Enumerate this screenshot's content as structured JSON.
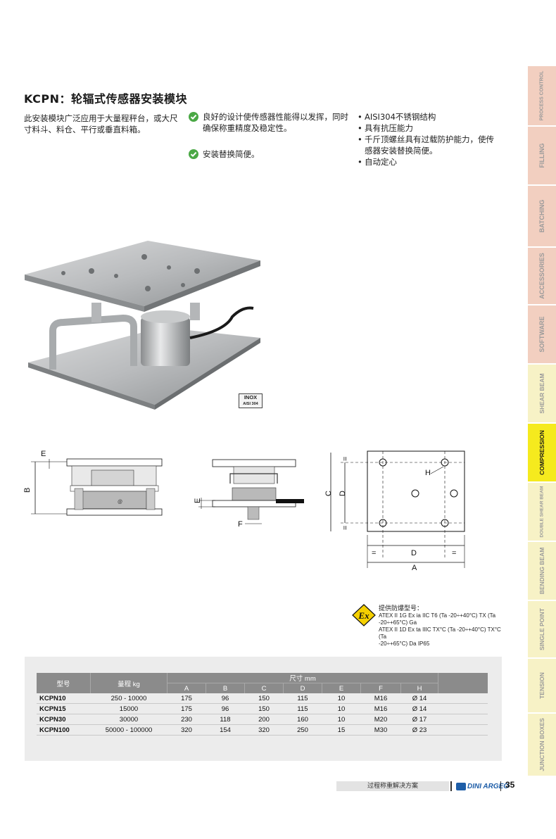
{
  "title": "KCPN：轮辐式传感器安装模块",
  "intro": "此安装模块广泛应用于大量程秤台，或大尺寸料斗、料仓、平行或垂直料箱。",
  "check_items": [
    {
      "text": "良好的设计使传感器性能得以发挥，同时确保称重精度及稳定性。",
      "icon": "check-icon"
    },
    {
      "text": "安装替换简便。",
      "icon": "check-icon"
    }
  ],
  "bullets": [
    "AISI304不锈钢结构",
    "具有抗压能力",
    "千斤顶螺丝具有过载防护能力，使传感器安装替换简便。",
    "自动定心"
  ],
  "product_badge": {
    "line1": "INOX",
    "line2": "AISI 304"
  },
  "drawing_labels": {
    "E": "E",
    "B": "B",
    "F": "F",
    "C": "C",
    "D": "D",
    "A": "A",
    "H": "H",
    "eq": "="
  },
  "atex": {
    "symbol": "Ex",
    "heading": "提供防爆型号：",
    "lines": [
      "ATEX II 1G Ex ia IIC T6 (Ta -20÷+40°C) TX (Ta",
      "-20÷+65°C) Ga",
      "ATEX II 1D Ex ta IIIC TX°C (Ta -20÷+40°C) TX°C (Ta",
      "-20÷+65°C) Da IP65"
    ]
  },
  "table": {
    "col_model": "型号",
    "col_capacity": "量程 kg",
    "col_dims": "尺寸 mm",
    "dim_headers": [
      "A",
      "B",
      "C",
      "D",
      "E",
      "F",
      "H"
    ],
    "rows": [
      {
        "model": "KCPN10",
        "capacity": "250 - 10000",
        "dims": [
          "175",
          "96",
          "150",
          "115",
          "10",
          "M16",
          "Ø 14"
        ]
      },
      {
        "model": "KCPN15",
        "capacity": "15000",
        "dims": [
          "175",
          "96",
          "150",
          "115",
          "10",
          "M16",
          "Ø 14"
        ]
      },
      {
        "model": "KCPN30",
        "capacity": "30000",
        "dims": [
          "230",
          "118",
          "200",
          "160",
          "10",
          "M20",
          "Ø 17"
        ]
      },
      {
        "model": "KCPN100",
        "capacity": "50000 - 100000",
        "dims": [
          "320",
          "154",
          "320",
          "250",
          "15",
          "M30",
          "Ø 23"
        ]
      }
    ]
  },
  "footer": {
    "text": "过程称重解决方案",
    "brand": "DINI ARGEO",
    "page": "35"
  },
  "side_tabs": [
    {
      "label": "PROCESS CONTROL",
      "color": "#f2cfc0",
      "active": false
    },
    {
      "label": "FILLING",
      "color": "#f2cfc0",
      "active": false
    },
    {
      "label": "BATCHING",
      "color": "#f2cfc0",
      "active": false
    },
    {
      "label": "ACCESSORIES",
      "color": "#f2cfc0",
      "active": false
    },
    {
      "label": "SOFTWARE",
      "color": "#f2cfc0",
      "active": false
    },
    {
      "label": "SHEAR BEAM",
      "color": "#f7f2c6",
      "active": false
    },
    {
      "label": "COMPRESSION",
      "color": "#f5ea1e",
      "active": true
    },
    {
      "label": "DOUBLE SHEAR BEAM",
      "color": "#f7f2c6",
      "active": false
    },
    {
      "label": "BENDING BEAM",
      "color": "#f7f2c6",
      "active": false
    },
    {
      "label": "SINGLE POINT",
      "color": "#f7f2c6",
      "active": false
    },
    {
      "label": "TENSION",
      "color": "#f7f2c6",
      "active": false
    },
    {
      "label": "JUNCTION BOXES",
      "color": "#f7f2c6",
      "active": false
    }
  ]
}
